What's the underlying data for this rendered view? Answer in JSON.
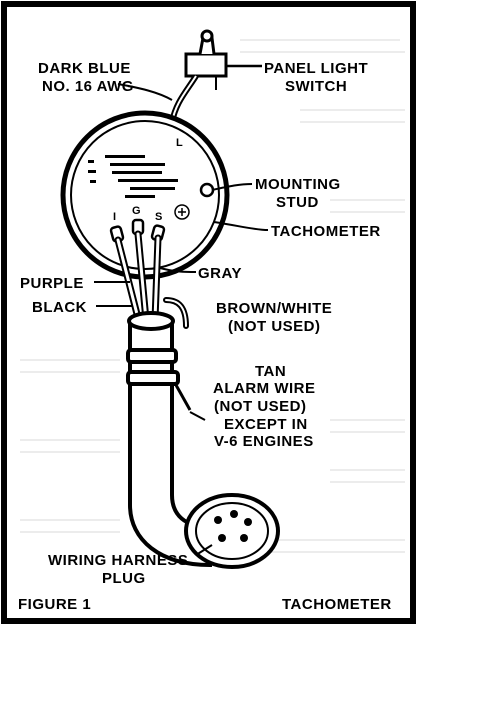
{
  "figure": {
    "number_label": "FIGURE 1",
    "name_label": "TACHOMETER"
  },
  "labels": {
    "dark_blue": [
      "DARK BLUE",
      "NO. 16 AWG"
    ],
    "panel_light_switch": [
      "PANEL LIGHT",
      "SWITCH"
    ],
    "mounting_stud": [
      "MOUNTING",
      "STUD"
    ],
    "tachometer": "TACHOMETER",
    "gray": "GRAY",
    "purple": "PURPLE",
    "black": "BLACK",
    "brown_white": [
      "BROWN/WHITE",
      "(NOT USED)"
    ],
    "tan": [
      "TAN",
      "ALARM WIRE",
      "(NOT USED)",
      "EXCEPT IN",
      "V-6 ENGINES"
    ],
    "wiring_harness_plug": [
      "WIRING HARNESS",
      "PLUG"
    ]
  },
  "terminals": {
    "l": "L",
    "i": "I",
    "g": "G",
    "s": "S"
  },
  "colors": {
    "ink": "#000000",
    "paper": "#ffffff",
    "background_lines": "#d9d9d9"
  }
}
